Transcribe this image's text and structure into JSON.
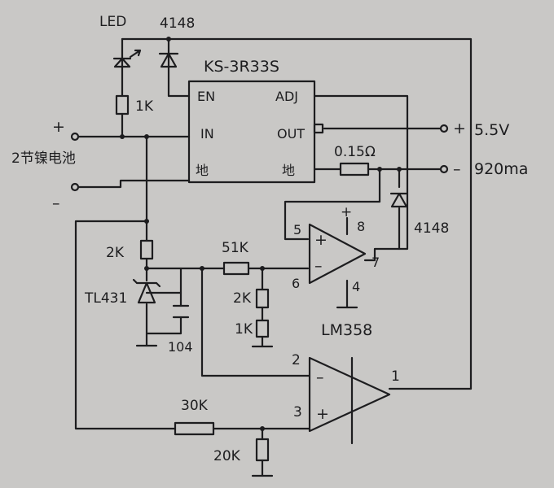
{
  "labels": {
    "led": "LED",
    "diode_top": "4148",
    "regulator": "KS-3R33S",
    "reg_en": "EN",
    "reg_in": "IN",
    "reg_gnd_left": "地",
    "reg_adj": "ADJ",
    "reg_out": "OUT",
    "reg_gnd_right": "地",
    "r_1k_top": "1K",
    "battery_plus": "+",
    "battery_name": "2节镍电池",
    "battery_minus": "–",
    "out_plus": "+",
    "out_voltage": "5.5V",
    "out_minus": "–",
    "out_current": "920ma",
    "r_sense": "0.15Ω",
    "diode_right": "4148",
    "r_2k_left": "2K",
    "tl431": "TL431",
    "cap_104": "104",
    "r_51k": "51K",
    "r_2k_mid": "2K",
    "r_1k_mid": "1K",
    "opamp1_pin5": "5",
    "opamp1_pin8": "8",
    "opamp1_pin6": "6",
    "opamp1_pin7": "7",
    "opamp1_pin4": "4",
    "opamp_plus": "+",
    "opamp_minus": "–",
    "opamp_supply": "+",
    "lm358": "LM358",
    "opamp2_pin2": "2",
    "opamp2_pin3": "3",
    "opamp2_pin1": "1",
    "r_30k": "30K",
    "r_20k": "20K"
  }
}
